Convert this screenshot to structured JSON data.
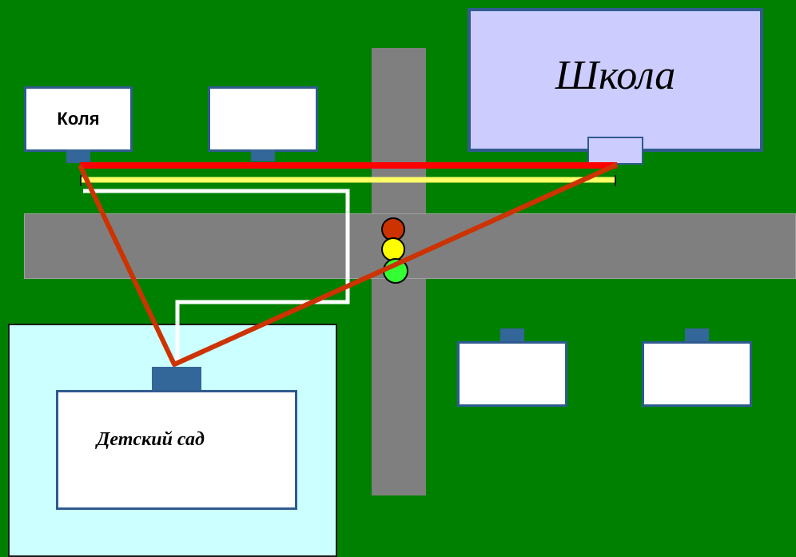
{
  "labels": {
    "kolya_house": "Коля",
    "school": "Школа",
    "kindergarten": "Детский сад"
  },
  "colors": {
    "background": "#008000",
    "road": "#7f7f7f",
    "school_fill": "#ccccff",
    "kindergarten_yard": "#ccffff",
    "house_border": "#2f5b8f",
    "door": "#336699",
    "route_red": "#ff0000",
    "route_orange": "#cc3300",
    "route_yellow": "#ffff66",
    "route_white": "#ffffff",
    "light_red": "#cc3300",
    "light_yellow": "#ffff00",
    "light_green": "#33ff33"
  },
  "icons": {
    "traffic_light": "traffic-light-icon"
  }
}
